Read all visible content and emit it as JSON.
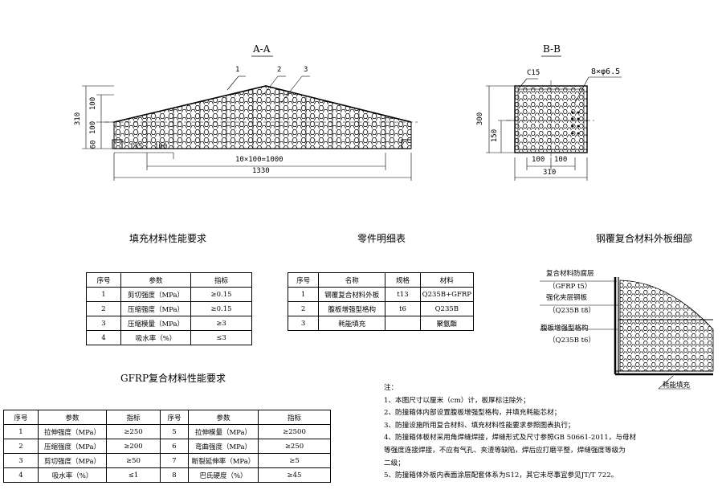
{
  "sections": {
    "aa_title": "A-A",
    "bb_title": "B-B",
    "fill_table_title": "填充材料性能要求",
    "parts_table_title": "零件明细表",
    "steel_panel_title": "钢覆复合材料外板细部",
    "gfrp_table_title": "GFRP复合材料性能要求"
  },
  "aa_view": {
    "callouts": [
      "1",
      "2",
      "3"
    ],
    "dims": {
      "left_100_top": "100",
      "left_100_mid": "100",
      "left_60": "60",
      "left_310": "310",
      "bottom_115": "115",
      "bottom_100": "100",
      "span": "10×100=1000",
      "total": "1330"
    }
  },
  "bb_view": {
    "c15": "C15",
    "bolts": "8×φ6.5",
    "dims": {
      "h300": "300",
      "h150": "150",
      "w100a": "100",
      "w100b": "100",
      "w310": "310"
    }
  },
  "fill_table": {
    "headers": [
      "序号",
      "参数",
      "指标"
    ],
    "rows": [
      [
        "1",
        "剪切强度（MPa）",
        "≥0.15"
      ],
      [
        "2",
        "压缩强度（MPa）",
        "≥0.15"
      ],
      [
        "3",
        "压缩模量（MPa）",
        "≥3"
      ],
      [
        "4",
        "吸水率（%）",
        "≤3"
      ]
    ]
  },
  "parts_table": {
    "headers": [
      "序号",
      "名称",
      "规格",
      "材料"
    ],
    "rows": [
      [
        "1",
        "钢覆复合材料外板",
        "t13",
        "Q235B+GFRP"
      ],
      [
        "2",
        "腹板增强型格构",
        "t6",
        "Q235B"
      ],
      [
        "3",
        "耗能填充",
        "",
        "聚氨酯"
      ]
    ]
  },
  "detail_labels": {
    "layer1": "复合材料防腐层",
    "layer1_spec": "（GFRP t5）",
    "layer2": "强化夹层钢板",
    "layer2_spec": "（Q235B t8）",
    "layer3": "腹板增强型格构",
    "layer3_spec": "（Q235B t6）",
    "fill": "耗能填充"
  },
  "gfrp_table": {
    "headers": [
      "序号",
      "参数",
      "指标",
      "序号",
      "参数",
      "指标"
    ],
    "rows": [
      [
        "1",
        "拉伸强度（MPa）",
        "≥250",
        "5",
        "拉伸模量（MPa）",
        "≥2500"
      ],
      [
        "2",
        "压缩强度（MPa）",
        "≥200",
        "6",
        "弯曲强度（MPa）",
        "≥250"
      ],
      [
        "3",
        "剪切强度（MPa）",
        "≥50",
        "7",
        "断裂延伸率（MPa）",
        "≥5"
      ],
      [
        "4",
        "吸水率（%）",
        "≤1",
        "8",
        "巴氏硬度（%）",
        "≥45"
      ]
    ]
  },
  "notes": {
    "heading": "注：",
    "lines": [
      "1、本图尺寸以厘米（cm）计，板厚标注除外；",
      "2、防撞箱体内部设置腹板增强型格构，并填充耗能芯材；",
      "3、防撞设施所用复合材料、填充材料性能要求参照图表执行；",
      "4、防撞箱体板材采用角焊缝焊接，焊缝形式及尺寸参照GB 50661-2011，与母材",
      "等强度连接焊接，不应有气孔、夹渣等缺陷，焊后应打磨平整，焊缝强度等级为",
      "二级；",
      "5、防撞箱体外板内表面涂层配套体系为S12，其它未尽事宜参见JT/T 722。"
    ]
  }
}
